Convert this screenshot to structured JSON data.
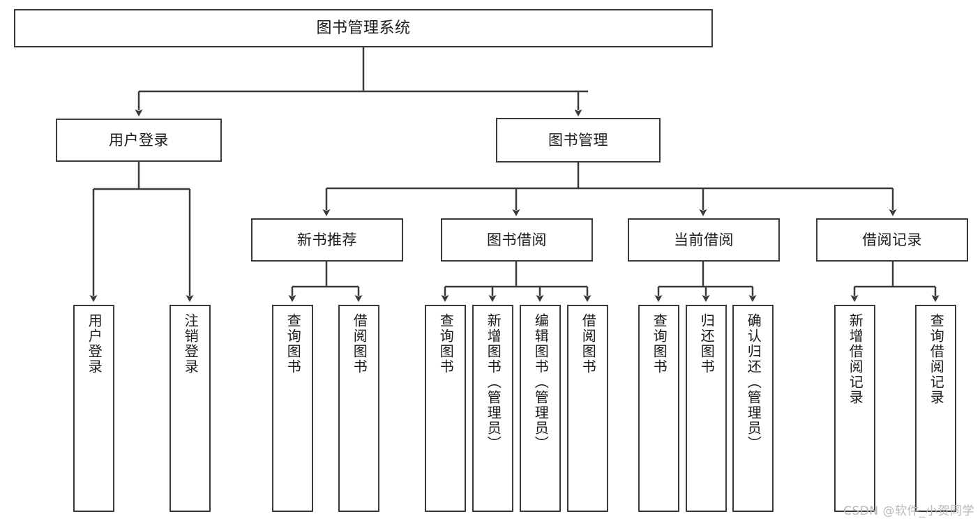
{
  "diagram": {
    "title": "图书管理系统",
    "watermark": "CSDN @软件_小贺同学",
    "colors": {
      "box_border": "#3a3a3a",
      "box_fill": "#ffffff",
      "edge": "#3a3a3a",
      "text": "#1b1b1b",
      "watermark": "#b9b9b9",
      "background": "#ffffff"
    },
    "nodes": {
      "root": {
        "label": "图书管理系统"
      },
      "level1": [
        {
          "label": "用户登录"
        },
        {
          "label": "图书管理"
        }
      ],
      "level2": [
        {
          "label": "新书推荐"
        },
        {
          "label": "图书借阅"
        },
        {
          "label": "当前借阅"
        },
        {
          "label": "借阅记录"
        }
      ],
      "leaves": {
        "user_login": [
          {
            "label": "用户登录"
          },
          {
            "label": "注销登录"
          }
        ],
        "new_book": [
          {
            "label": "查询图书"
          },
          {
            "label": "借阅图书"
          }
        ],
        "book_borrow": [
          {
            "label": "查询图书"
          },
          {
            "label": "新增图书（管理员）"
          },
          {
            "label": "编辑图书（管理员）"
          },
          {
            "label": "借阅图书"
          }
        ],
        "current_borrow": [
          {
            "label": "查询图书"
          },
          {
            "label": "归还图书"
          },
          {
            "label": "确认归还（管理员）"
          }
        ],
        "borrow_record": [
          {
            "label": "新增借阅记录"
          },
          {
            "label": "查询借阅记录"
          }
        ]
      }
    }
  }
}
